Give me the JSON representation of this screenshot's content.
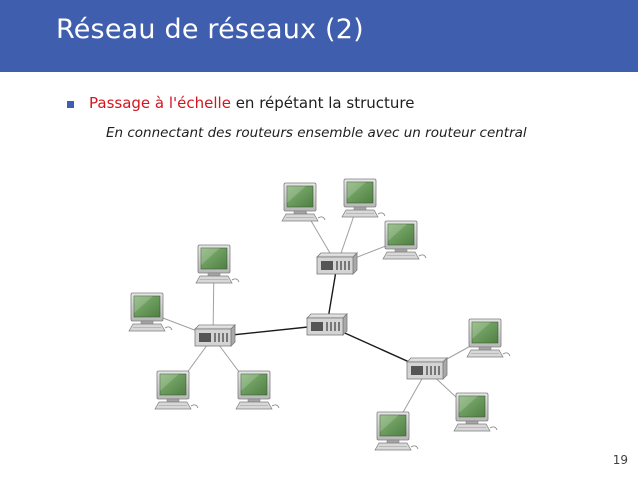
{
  "slide": {
    "title": "Réseau de réseaux (2)",
    "bullet": {
      "highlight": "Passage à l'échelle",
      "rest": " en répétant la structure"
    },
    "sub_text": "En connectant des routeurs ensemble avec un routeur central",
    "page_number": "19"
  },
  "colors": {
    "header_bg": "#3f5ead",
    "title_text": "#ffffff",
    "highlight_text": "#d6141e",
    "screen_green": "#6a9a5a",
    "device_grey": "#c8c8c8",
    "link_dark": "#1a1a1a",
    "link_light": "#9a9a9a"
  },
  "network": {
    "routers": [
      {
        "name": "central-router",
        "role": "central"
      },
      {
        "name": "router-top",
        "role": "edge"
      },
      {
        "name": "router-left",
        "role": "edge"
      },
      {
        "name": "router-right",
        "role": "edge"
      }
    ],
    "computer_counts": {
      "router-top": 3,
      "router-left": 4,
      "router-right": 3
    }
  }
}
